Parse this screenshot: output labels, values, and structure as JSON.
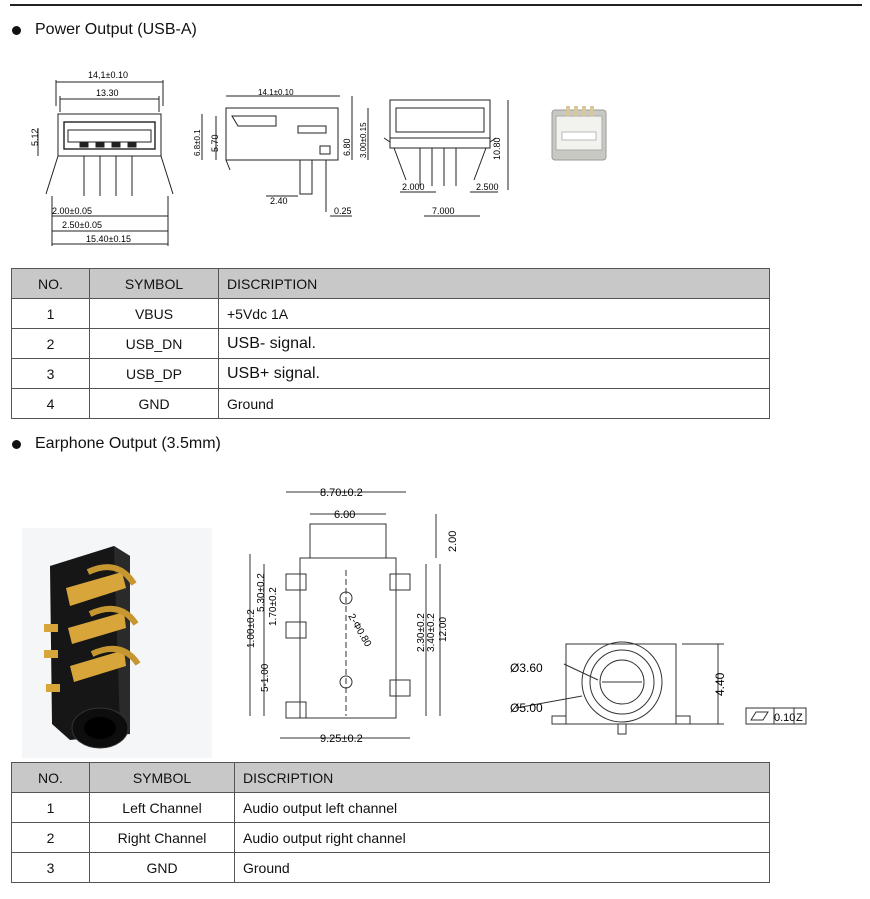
{
  "section1": {
    "title": "Power Output (USB-A)",
    "headers": [
      "NO.",
      "SYMBOL",
      "DISCRIPTION"
    ],
    "rows": [
      {
        "no": "1",
        "symbol": "VBUS",
        "desc": "+5Vdc 1A"
      },
      {
        "no": "2",
        "symbol": "USB_DN",
        "desc": "USB- signal."
      },
      {
        "no": "3",
        "symbol": "USB_DP",
        "desc": "USB+ signal."
      },
      {
        "no": "4",
        "symbol": "GND",
        "desc": "Ground"
      }
    ],
    "dims": {
      "d1": "14,1±0.10",
      "d2": "13.30",
      "d3": "5.12",
      "d4": "2.00±0.05",
      "d5": "2.50±0.05",
      "d6": "15.40±0.15",
      "d7": "14.1±0.10",
      "d8": "5.70",
      "d9": "6.8±0.1",
      "d10": "6.80",
      "d11": "3.00±0.15",
      "d12": "2.40",
      "d13": "0.25",
      "d14": "10.80",
      "d15": "2.000",
      "d16": "2.500",
      "d17": "7.000"
    }
  },
  "section2": {
    "title": "Earphone Output (3.5mm)",
    "headers": [
      "NO.",
      "SYMBOL",
      "DISCRIPTION"
    ],
    "rows": [
      {
        "no": "1",
        "symbol": "Left Channel",
        "desc": "Audio output left channel"
      },
      {
        "no": "2",
        "symbol": "Right Channel",
        "desc": "Audio output right channel"
      },
      {
        "no": "3",
        "symbol": "GND",
        "desc": "Ground"
      }
    ],
    "dims": {
      "e1": "8.70±0.2",
      "e2": "6.00",
      "e3": "2.00",
      "e4": "5.30±0.2",
      "e5": "1.70±0.2",
      "e6": "1.00±0.2",
      "e7": "5-1.00",
      "e8": "2-Φ0.80",
      "e9": "2.30±0.2",
      "e10": "3.40±0.2",
      "e11": "12.00",
      "e12": "9.25±0.2",
      "e13": "Ø3.60",
      "e14": "Ø5.00",
      "e15": "4.40",
      "e16": "0.10",
      "e17": "Z"
    }
  }
}
